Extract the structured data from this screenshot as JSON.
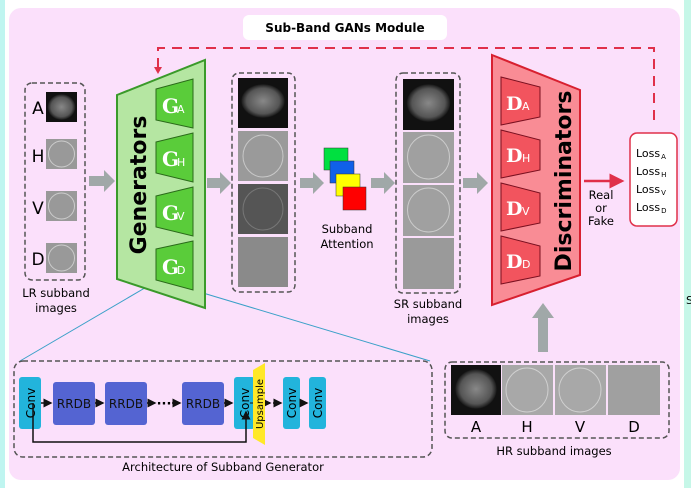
{
  "title": "Sub-Band GANs Module",
  "lr": {
    "labels": [
      "A",
      "H",
      "V",
      "D"
    ],
    "caption_line1": "LR subband",
    "caption_line2": "images"
  },
  "generators": {
    "title": "Generators",
    "blocks": [
      {
        "main": "G",
        "sub": "A"
      },
      {
        "main": "G",
        "sub": "H"
      },
      {
        "main": "G",
        "sub": "V"
      },
      {
        "main": "G",
        "sub": "D"
      }
    ]
  },
  "attention": {
    "line1": "Subband",
    "line2": "Attention"
  },
  "sr": {
    "caption_line1": "SR subband",
    "caption_line2": "images"
  },
  "discriminators": {
    "title": "Discriminators",
    "blocks": [
      {
        "main": "D",
        "sub": "A"
      },
      {
        "main": "D",
        "sub": "H"
      },
      {
        "main": "D",
        "sub": "V"
      },
      {
        "main": "D",
        "sub": "D"
      }
    ]
  },
  "decision": {
    "line1": "Real",
    "line2": "or",
    "line3": "Fake"
  },
  "losses": [
    {
      "main": "Loss",
      "sub": "A"
    },
    {
      "main": "Loss",
      "sub": "H"
    },
    {
      "main": "Loss",
      "sub": "V"
    },
    {
      "main": "Loss",
      "sub": "D"
    }
  ],
  "hr": {
    "labels": [
      "A",
      "H",
      "V",
      "D"
    ],
    "caption": "HR subband images"
  },
  "architecture": {
    "caption": "Architecture of Subband Generator",
    "conv": "Conv",
    "rrdb": "RRDB",
    "ellipsis": "···",
    "upsample": "Upsample"
  },
  "edge_fragment": "S",
  "colors": {
    "panel": "#fbe0fb",
    "generator": "#b5e6a2",
    "generator_block": "#5acc3a",
    "discriminator": "#f98c95",
    "discriminator_block": "#f2545e",
    "loss": "#e0304a",
    "conv": "#22b4dc",
    "rrdb": "#5464d2",
    "upsample": "#ffe828",
    "arrow": "#a0a8a8"
  }
}
